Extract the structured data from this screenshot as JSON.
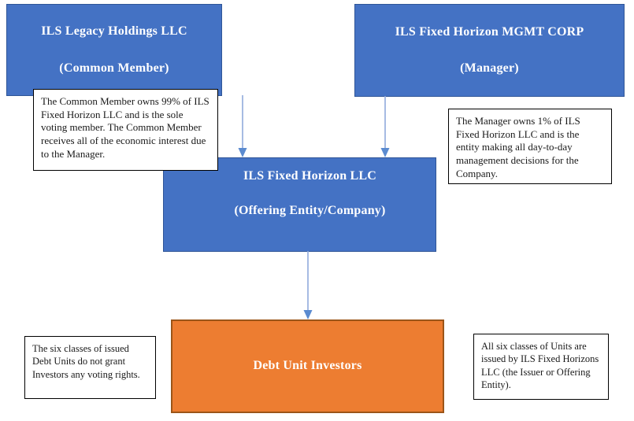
{
  "diagram": {
    "title": "ILS Fixed Horizon LLC Organizational Structure",
    "colors": {
      "entity_blue": "#4472c4",
      "entity_blue_border": "#2f5597",
      "entity_orange": "#ed7d31",
      "entity_orange_border": "#9c5518",
      "connector": "#8faadc",
      "note_background": "#ffffff",
      "note_border": "#000000",
      "entity_text": "#ffffff",
      "note_text": "#1a1a1a"
    }
  },
  "entities": {
    "common_member": {
      "name": "ILS Legacy Holdings LLC",
      "role": "(Common Member)"
    },
    "manager": {
      "name": "ILS Fixed Horizon MGMT CORP",
      "role": "(Manager)"
    },
    "company": {
      "name": "ILS Fixed Horizon LLC",
      "role": "(Offering Entity/Company)"
    },
    "investors": {
      "name": "Debt Unit Investors"
    }
  },
  "notes": {
    "common_member_note": "The Common Member owns 99% of ILS Fixed Horizon LLC and is the sole voting member. The Common Member receives all of the economic interest due to the Manager.",
    "manager_note": "The Manager owns 1% of ILS Fixed Horizon LLC and is the entity making all day-to-day management decisions for the Company.",
    "investor_voting_note": "The six classes of issued Debt Units do not grant Investors any voting rights.",
    "investor_issuance_note": "All six classes of Units are issued by ILS Fixed Horizons LLC (the Issuer or Offering Entity)."
  },
  "connectors": [
    {
      "id": "common-member-to-company",
      "from": "ILS Legacy Holdings LLC",
      "to": "ILS Fixed Horizon LLC",
      "direction": "down"
    },
    {
      "id": "manager-to-company",
      "from": "ILS Fixed Horizon MGMT CORP",
      "to": "ILS Fixed Horizon LLC",
      "direction": "down"
    },
    {
      "id": "company-to-investors",
      "from": "ILS Fixed Horizon LLC",
      "to": "Debt Unit Investors",
      "direction": "down"
    }
  ]
}
